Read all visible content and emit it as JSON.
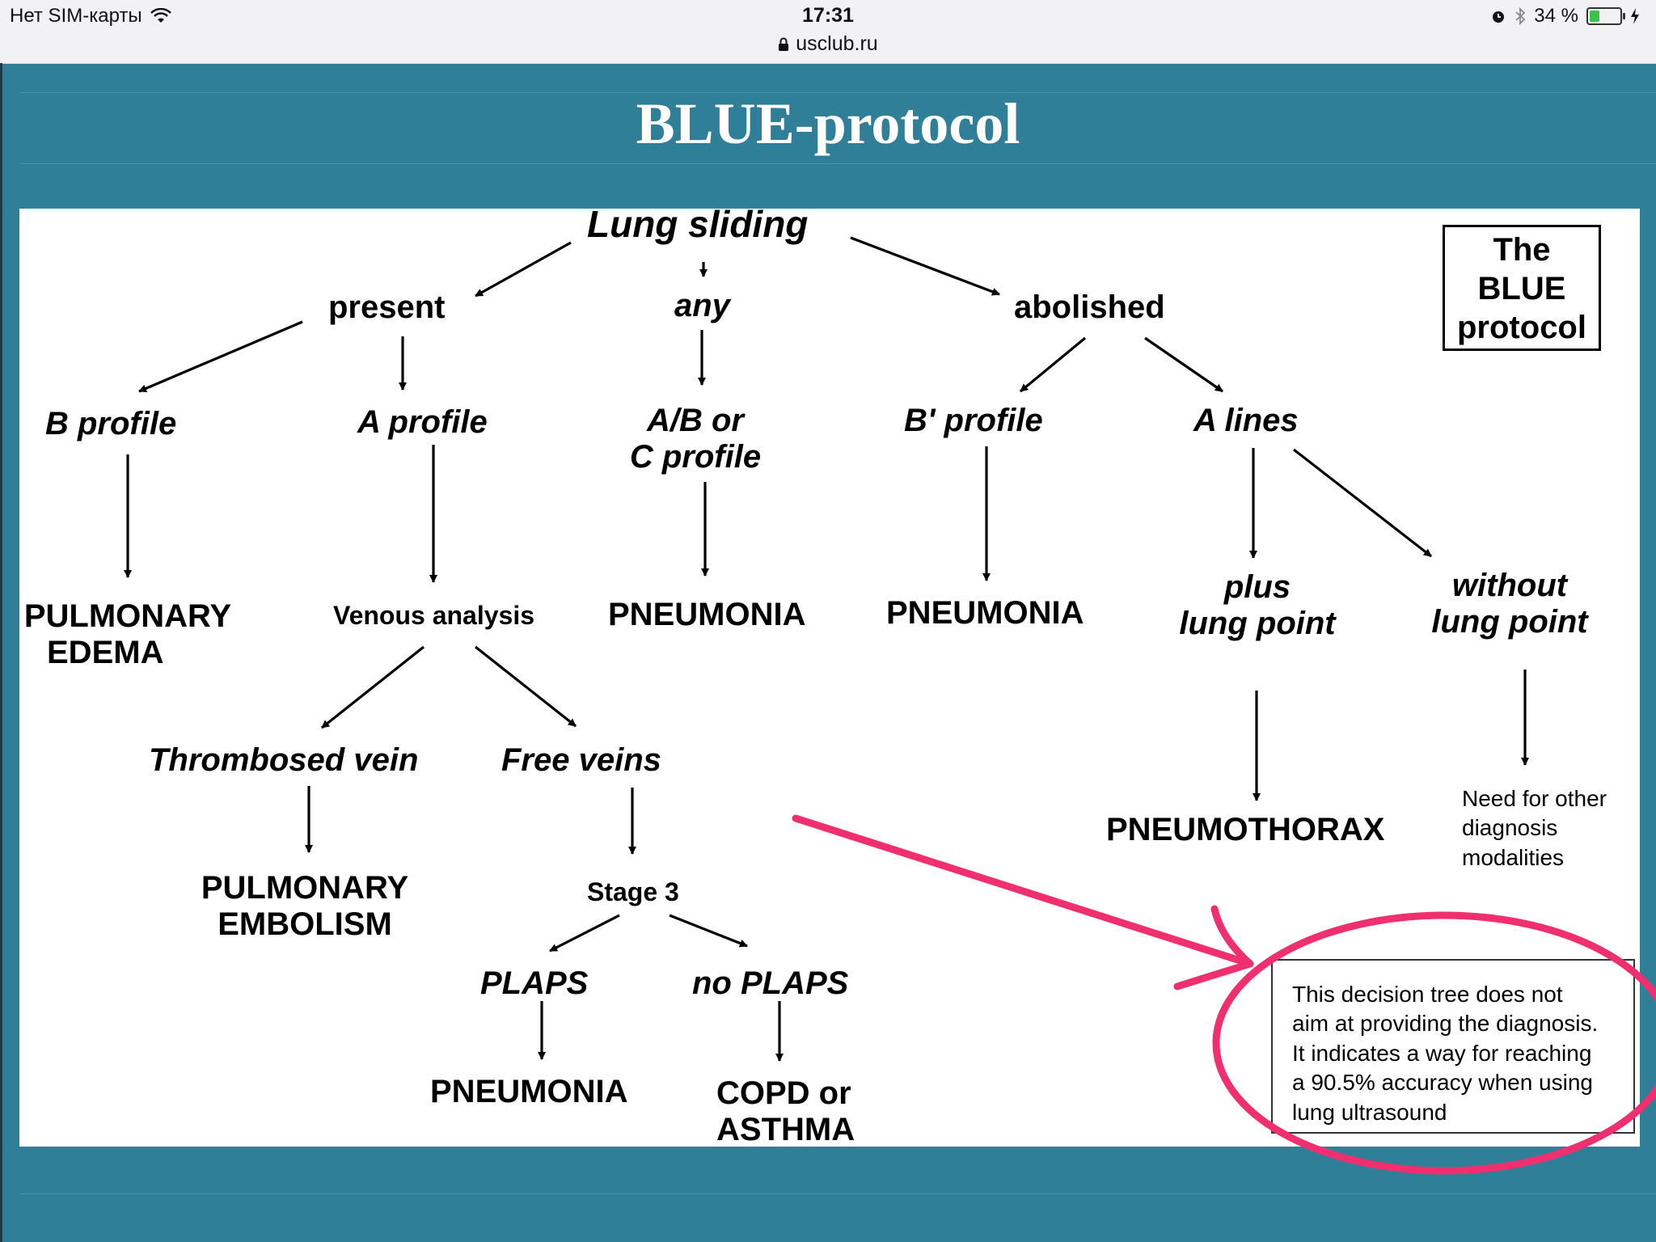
{
  "status_bar": {
    "carrier": "Нет SIM-карты",
    "time": "17:31",
    "url": "usclub.ru",
    "battery": "34 %",
    "battery_level": 0.34,
    "icons": [
      "wifi-icon",
      "lock-icon",
      "alarm-icon",
      "bluetooth-icon",
      "battery-icon",
      "charging-icon"
    ]
  },
  "slide": {
    "title": "BLUE-protocol",
    "box_title": [
      "The",
      "BLUE",
      "protocol"
    ],
    "nodes": {
      "lung_sliding": "Lung sliding",
      "present": "present",
      "any": "any",
      "abolished": "abolished",
      "b_profile": "B profile",
      "a_profile": "A profile",
      "ab_profile_1": "A/B or",
      "ab_profile_2": "C profile",
      "bprime_profile": "B' profile",
      "a_lines": "A lines",
      "pulmonary_edema_1": "PULMONARY",
      "pulmonary_edema_2": "EDEMA",
      "venous_analysis": "Venous analysis",
      "pneumonia_ab": "PNEUMONIA",
      "pneumonia_bprime": "PNEUMONIA",
      "plus_lung_point_1": "plus",
      "plus_lung_point_2": "lung point",
      "without_lung_point_1": "without",
      "without_lung_point_2": "lung point",
      "thrombosed_vein": "Thrombosed vein",
      "free_veins": "Free veins",
      "pneumothorax": "PNEUMOTHORAX",
      "pulmonary_embolism_1": "PULMONARY",
      "pulmonary_embolism_2": "EMBOLISM",
      "stage3": "Stage 3",
      "plaps": "PLAPS",
      "no_plaps": "no PLAPS",
      "pneumonia_plaps": "PNEUMONIA",
      "copd_1": "COPD or",
      "copd_2": "ASTHMA"
    },
    "need_other": [
      "Need for other",
      "diagnosis",
      "modalities"
    ],
    "note": [
      "This decision tree does not",
      "aim at providing the diagnosis.",
      "It indicates a way for reaching",
      "a 90.5% accuracy when using",
      "lung ultrasound"
    ],
    "annotation_color": "#f0306e"
  }
}
